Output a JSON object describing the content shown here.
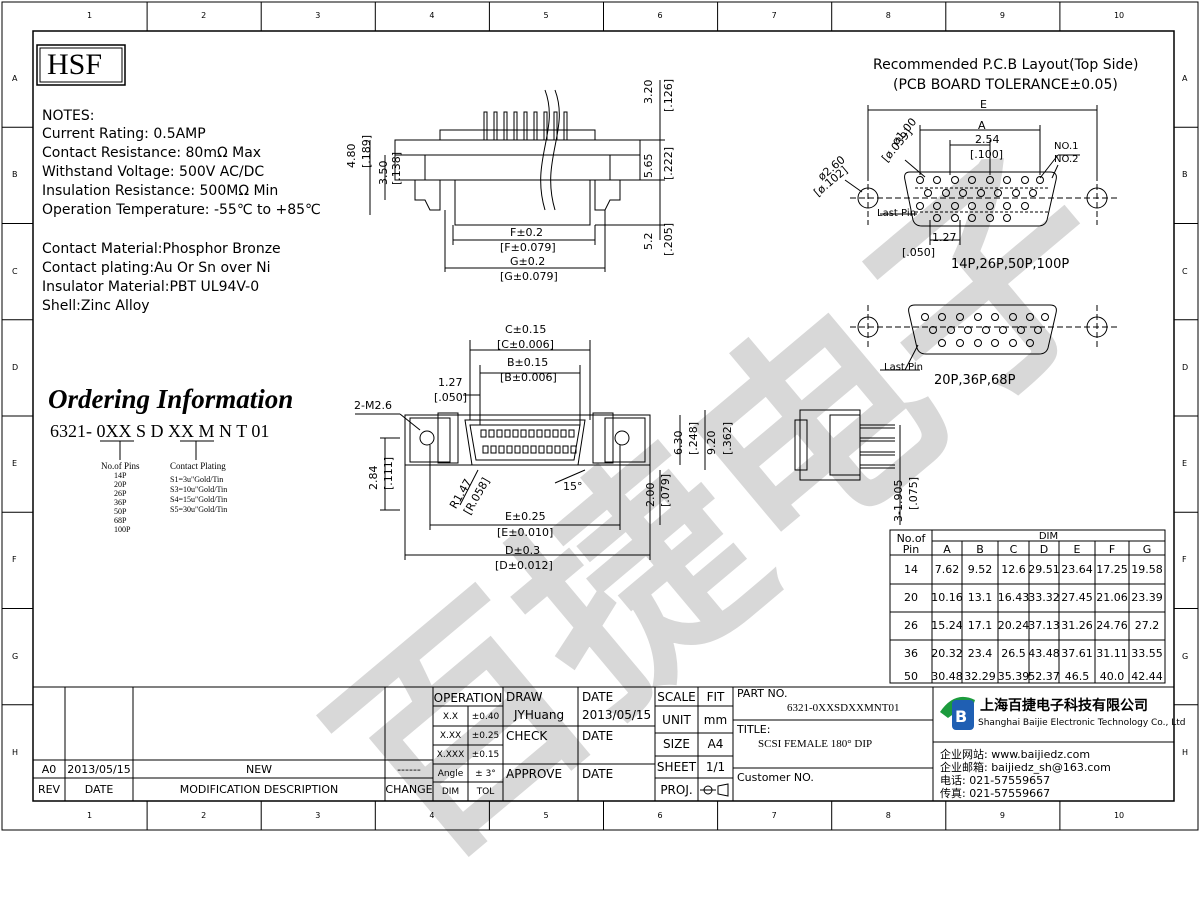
{
  "logo": "HSF",
  "watermark": "百捷电子",
  "border": {
    "columns": [
      "1",
      "2",
      "3",
      "4",
      "5",
      "6",
      "7",
      "8",
      "9",
      "10"
    ],
    "rows": [
      "A",
      "B",
      "C",
      "D",
      "E",
      "F",
      "G",
      "H"
    ]
  },
  "notes": {
    "heading": "NOTES:",
    "lines": [
      "Current Rating: 0.5AMP",
      "Contact Resistance: 80mΩ Max",
      "Withstand Voltage: 500V AC/DC",
      "Insulation Resistance: 500MΩ Min",
      "Operation Temperature: -55℃ to +85℃"
    ],
    "materials": [
      "Contact Material:Phosphor Bronze",
      "Contact plating:Au Or Sn over Ni",
      "Insulator Material:PBT UL94V-0",
      "Shell:Zinc Alloy"
    ]
  },
  "ordering": {
    "title": "Ordering Information",
    "code_parts": [
      "6321- 0",
      "XX",
      " S D ",
      "XX",
      " M N T 01"
    ],
    "pins_label": "No.of Pins",
    "pins": [
      "14P",
      "20P",
      "26P",
      "36P",
      "50P",
      "68P",
      "100P"
    ],
    "plating_label": "Contact Plating",
    "plating": [
      "S1=3u\"Gold/Tin",
      "S3=10u\"Gold/Tin",
      "S4=15u\"Gold/Tin",
      "S5=30u\"Gold/Tin"
    ]
  },
  "side_view": {
    "dims": [
      "3.20",
      "[.126]",
      "4.80",
      "[.189]",
      "3.50",
      "[.138]",
      "5.65",
      "[.222]",
      "5.2",
      "[.205]",
      "F±0.2",
      "[F±0.079]",
      "G±0.2",
      "[G±0.079]"
    ]
  },
  "front_view": {
    "dims": [
      "C±0.15",
      "[C±0.006]",
      "B±0.15",
      "[B±0.006]",
      "1.27",
      "[.050]",
      "2-M2.6",
      "6.30",
      "[.248]",
      "9.20",
      "[.362]",
      "2.84",
      "[.111]",
      "R1.47",
      "[R.058]",
      "15°",
      "2.00",
      "[.079]",
      "E±0.25",
      "[E±0.010]",
      "D±0.3",
      "[D±0.012]"
    ]
  },
  "pcb": {
    "title": "Recommended P.C.B Layout(Top Side)",
    "subtitle": "(PCB BOARD TOLERANCE±0.05)",
    "dims": [
      "E",
      "A",
      "2.54",
      "[.100]",
      "ø1.00",
      "[ø.039]",
      "ø2.60",
      "[ø.102]",
      "NO.1",
      "NO.2",
      "Last Pin",
      "1.27",
      "[.050]"
    ],
    "label1": "14P,26P,50P,100P",
    "last_pin2": "Last Pin",
    "label2": "20P,36P,68P",
    "side_dims": [
      "3-1.905",
      "[.075]"
    ]
  },
  "dim_table": {
    "head_label": "No.of",
    "head_label2": "Pin",
    "dim_label": "DIM",
    "columns": [
      "A",
      "B",
      "C",
      "D",
      "E",
      "F",
      "G"
    ],
    "rows": [
      {
        "pin": "14",
        "vals": [
          "7.62",
          "9.52",
          "12.6",
          "29.51",
          "23.64",
          "17.25",
          "19.58"
        ]
      },
      {
        "pin": "20",
        "vals": [
          "10.16",
          "13.1",
          "16.43",
          "33.32",
          "27.45",
          "21.06",
          "23.39"
        ]
      },
      {
        "pin": "26",
        "vals": [
          "15.24",
          "17.1",
          "20.24",
          "37.13",
          "31.26",
          "24.76",
          "27.2"
        ]
      },
      {
        "pin": "36",
        "vals": [
          "20.32",
          "23.4",
          "26.5",
          "43.48",
          "37.61",
          "31.11",
          "33.55"
        ]
      },
      {
        "pin": "50",
        "vals": [
          "30.48",
          "32.29",
          "35.39",
          "52.37",
          "46.5",
          "40.0",
          "42.44"
        ]
      }
    ]
  },
  "title_block": {
    "rev_label": "REV",
    "date_label": "DATE",
    "mod_label": "MODIFICATION  DESCRIPTION",
    "change_label": "CHANGE",
    "rev_value": "A0",
    "rev_date": "2013/05/15",
    "rev_desc": "NEW",
    "rev_change": "------",
    "operation": "OPERATION",
    "tol_rows": [
      [
        "X.X",
        "±0.40"
      ],
      [
        "X.XX",
        "±0.25"
      ],
      [
        "X.XXX",
        "±0.15"
      ],
      [
        "Angle",
        "±  3°"
      ]
    ],
    "dim": "DIM",
    "tol": "TOL",
    "draw": "DRAW",
    "drawer": "JYHuang",
    "check": "CHECK",
    "approve": "APPROVE",
    "date": "DATE",
    "draw_date": "2013/05/15",
    "scale": "SCALE",
    "fit": "FIT",
    "unit": "UNIT",
    "unit_value": "mm",
    "size": "SIZE",
    "size_value": "A4",
    "sheet": "SHEET",
    "sheet_value": "1/1",
    "proj": "PROJ.",
    "part_no_label": "PART NO.",
    "part_no": "6321-0XXSDXXMNT01",
    "title_label": "TITLE:",
    "title": "SCSI FEMALE 180° DIP",
    "customer": "Customer NO.",
    "company_cn": "上海百捷电子科技有限公司",
    "company_en": "Shanghai Baijie Electronic Technology Co., Ltd",
    "web": "企业网站: www.baijiedz.com",
    "mail": "企业邮箱: baijiedz_sh@163.com",
    "tel": "电话: 021-57559657",
    "fax": "传真: 021-57559667"
  }
}
